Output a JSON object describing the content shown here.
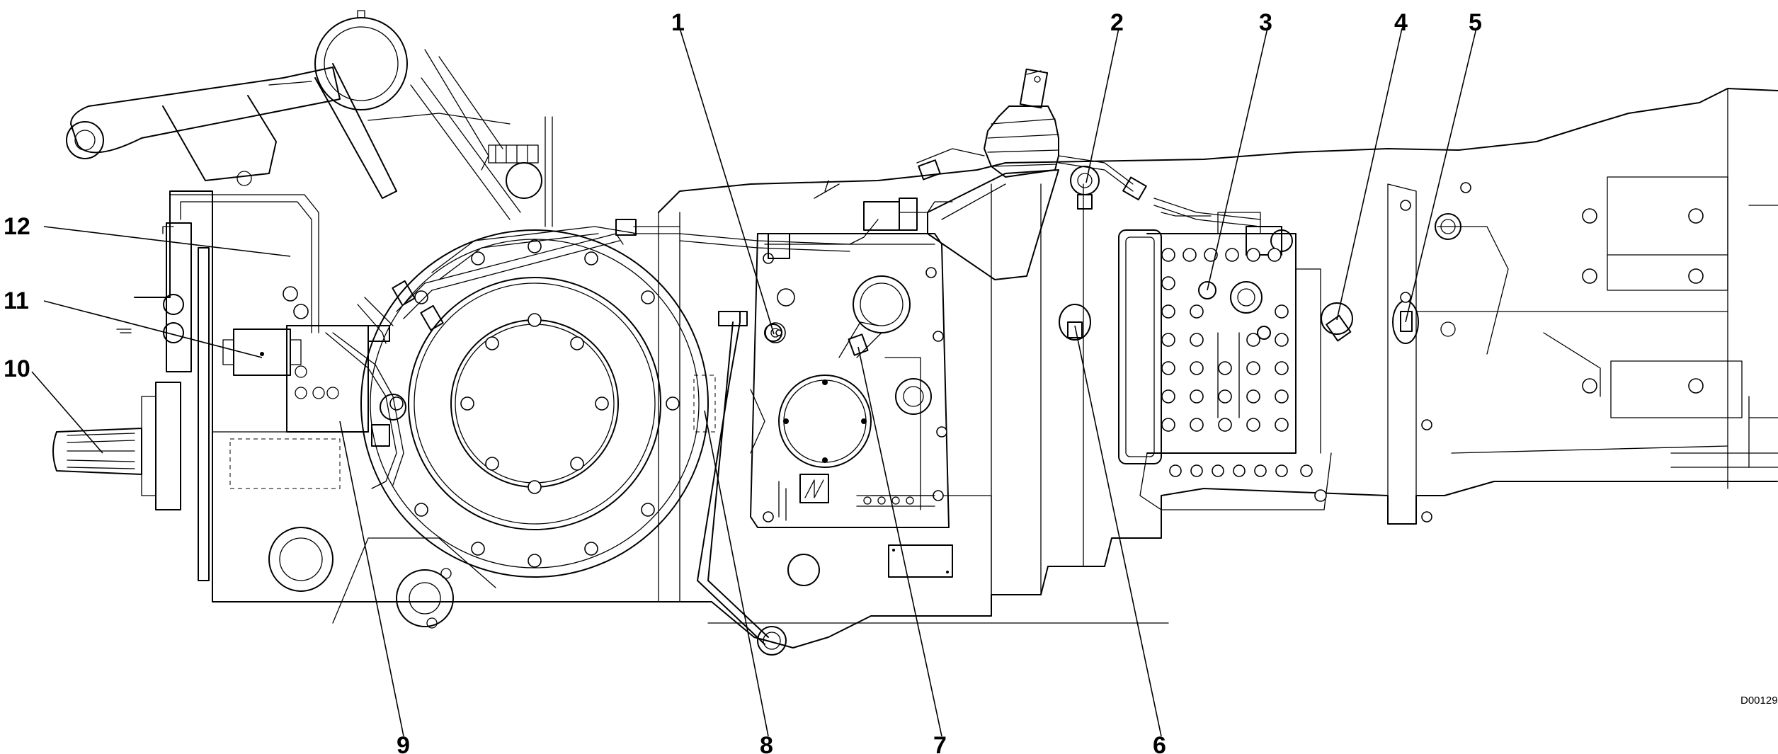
{
  "figure_ref": "D00129",
  "callouts": [
    "1",
    "2",
    "3",
    "4",
    "5",
    "6",
    "7",
    "8",
    "9",
    "10",
    "11",
    "12"
  ]
}
